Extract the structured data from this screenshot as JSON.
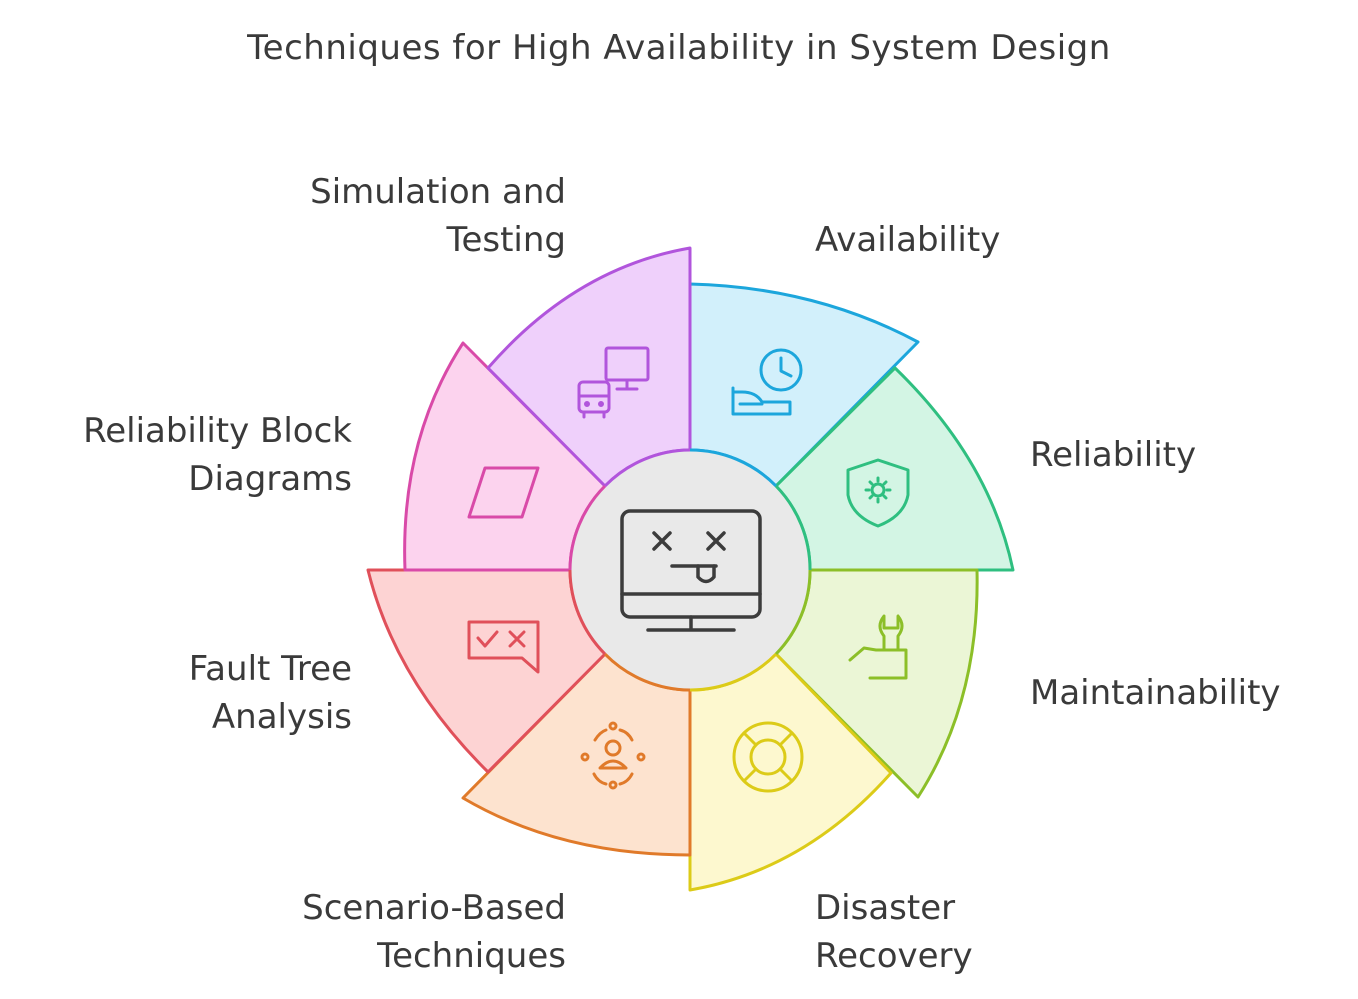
{
  "title": "Techniques for High Availability in System Design",
  "center": {
    "icon": "dead-computer-icon"
  },
  "segments": [
    {
      "id": "availability",
      "lines": [
        "Availability"
      ],
      "icon": "hand-clock-icon",
      "fill": "#d2f0fb",
      "stroke": "#1ca6dc"
    },
    {
      "id": "reliability",
      "lines": [
        "Reliability"
      ],
      "icon": "shield-gear-icon",
      "fill": "#d3f5e4",
      "stroke": "#2fbf80"
    },
    {
      "id": "maintainability",
      "lines": [
        "Maintainability"
      ],
      "icon": "wrench-hand-icon",
      "fill": "#ebf6d6",
      "stroke": "#8cbf28"
    },
    {
      "id": "disaster-recovery",
      "lines": [
        "Disaster",
        "Recovery"
      ],
      "icon": "lifebuoy-icon",
      "fill": "#fdf8cf",
      "stroke": "#dccb18"
    },
    {
      "id": "scenario-based",
      "lines": [
        "Scenario-Based",
        "Techniques"
      ],
      "icon": "people-cycle-icon",
      "fill": "#fde3cf",
      "stroke": "#e07a2a"
    },
    {
      "id": "fault-tree",
      "lines": [
        "Fault Tree",
        "Analysis"
      ],
      "icon": "check-x-message-icon",
      "fill": "#fdd3d3",
      "stroke": "#e0505a"
    },
    {
      "id": "rbd",
      "lines": [
        "Reliability Block",
        "Diagrams"
      ],
      "icon": "parallelogram-icon",
      "fill": "#fcd3ee",
      "stroke": "#d94aa8"
    },
    {
      "id": "simulation",
      "lines": [
        "Simulation and",
        "Testing"
      ],
      "icon": "bus-monitor-icon",
      "fill": "#efd0fb",
      "stroke": "#b155dc"
    }
  ]
}
